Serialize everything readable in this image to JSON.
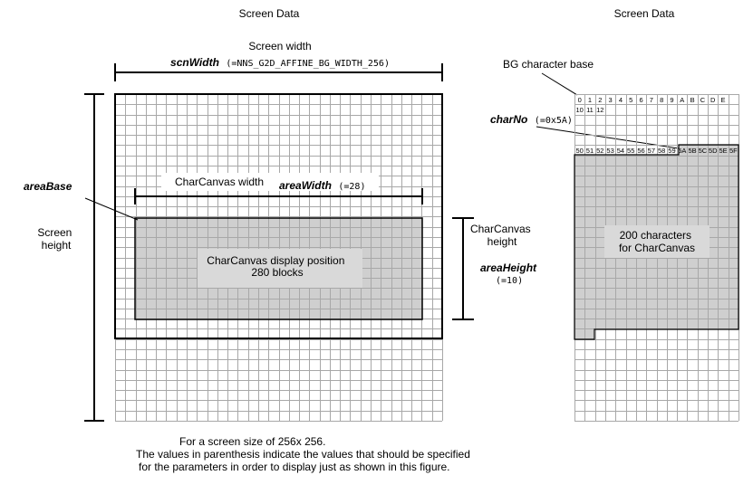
{
  "left_panel": {
    "title": "Screen Data",
    "screen_width_label": "Screen width",
    "scn_width_param": "scnWidth",
    "scn_width_value": "(=NNS_G2D_AFFINE_BG_WIDTH_256)",
    "screen_height_label": "Screen\nheight",
    "area_base_param": "areaBase",
    "charcanvas_width_label": "CharCanvas width",
    "area_width_param": "areaWidth",
    "area_width_value": "(=28)",
    "charcanvas_height_label": "CharCanvas\nheight",
    "area_height_param": "areaHeight",
    "area_height_value": "(=10)",
    "display_position_label": "CharCanvas display position\n280 blocks"
  },
  "right_panel": {
    "title": "Screen Data",
    "bg_char_base_label": "BG character base",
    "char_no_param": "charNo",
    "char_no_value": "(=0x5A)",
    "header_row1": [
      "0",
      "1",
      "2",
      "3",
      "4",
      "5",
      "6",
      "7",
      "8",
      "9",
      "A",
      "B",
      "C",
      "D",
      "E"
    ],
    "header_row2": [
      "10",
      "11",
      "12"
    ],
    "row_50": [
      "50",
      "51",
      "52",
      "53",
      "54",
      "55",
      "56",
      "57",
      "58",
      "59",
      "5A",
      "5B",
      "5C",
      "5D",
      "5E",
      "5F"
    ],
    "chars_label": "200 characters\nfor CharCanvas"
  },
  "footnote": {
    "line1": "For a screen size of 256x 256.",
    "line2": "The values in parenthesis indicate the values that should be specified",
    "line3": "for the parameters in order to display just as shown in this figure."
  },
  "colors": {
    "grid": "#a8a8a8",
    "fill": "#cfcfcf",
    "label_box": "#d9d9d9"
  }
}
